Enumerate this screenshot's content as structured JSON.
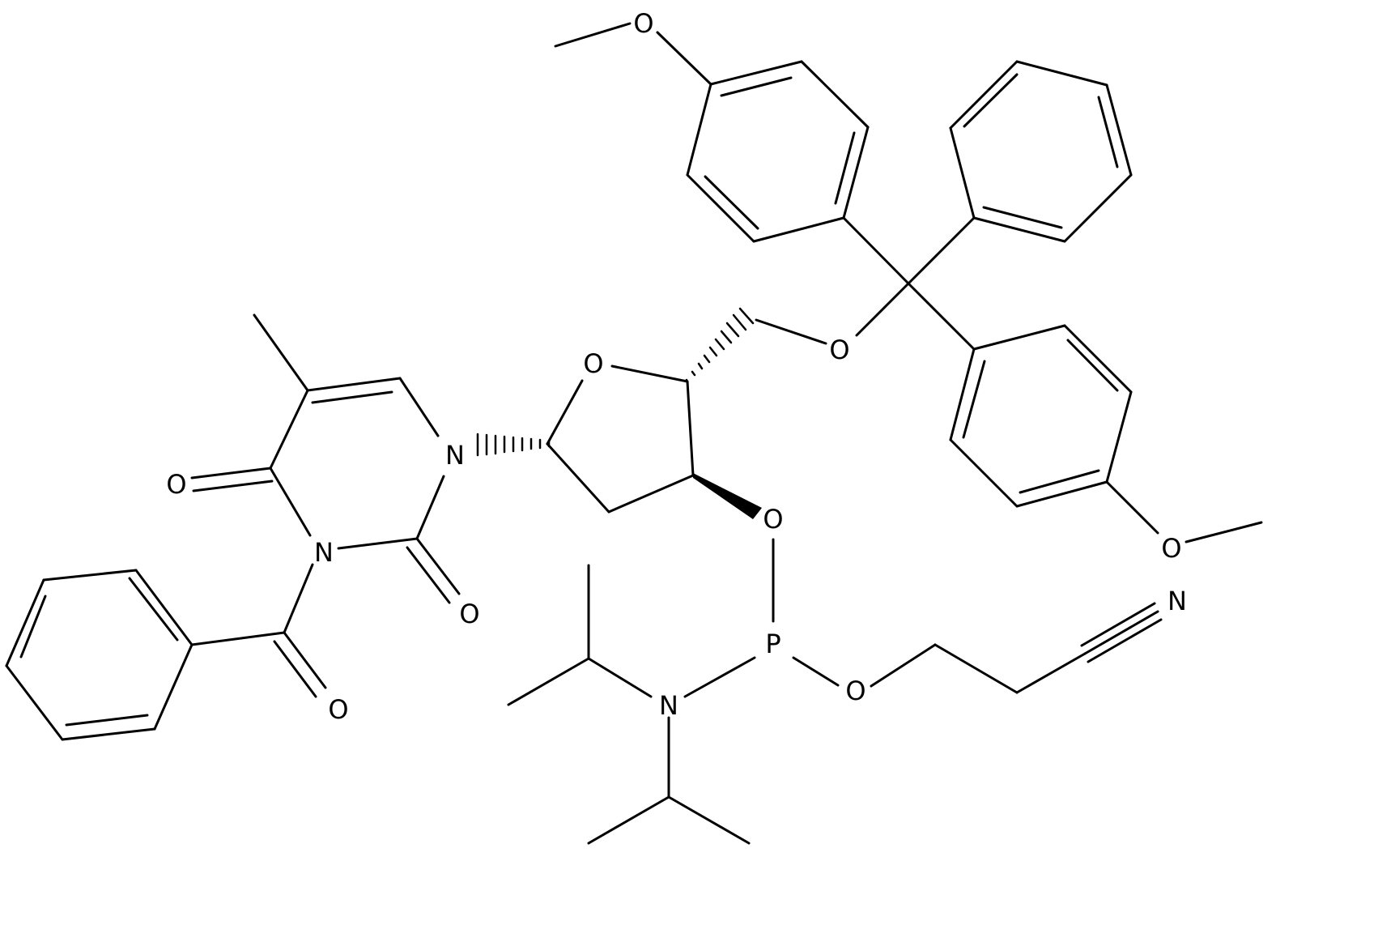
{
  "colors": {
    "bond": "#000000",
    "background": "#ffffff",
    "label": "#000000"
  },
  "atoms": {
    "methoxy_o_top": "O",
    "trityl_ether_o": "O",
    "ring_o": "O",
    "n1": "N",
    "o4": "O",
    "n3": "N",
    "o2": "O",
    "benzoyl_o": "O",
    "o3_prime": "O",
    "phosphorus": "P",
    "amine_n": "N",
    "phosphite_o": "O",
    "methoxy_o_bottom": "O",
    "nitrile_n": "N"
  }
}
